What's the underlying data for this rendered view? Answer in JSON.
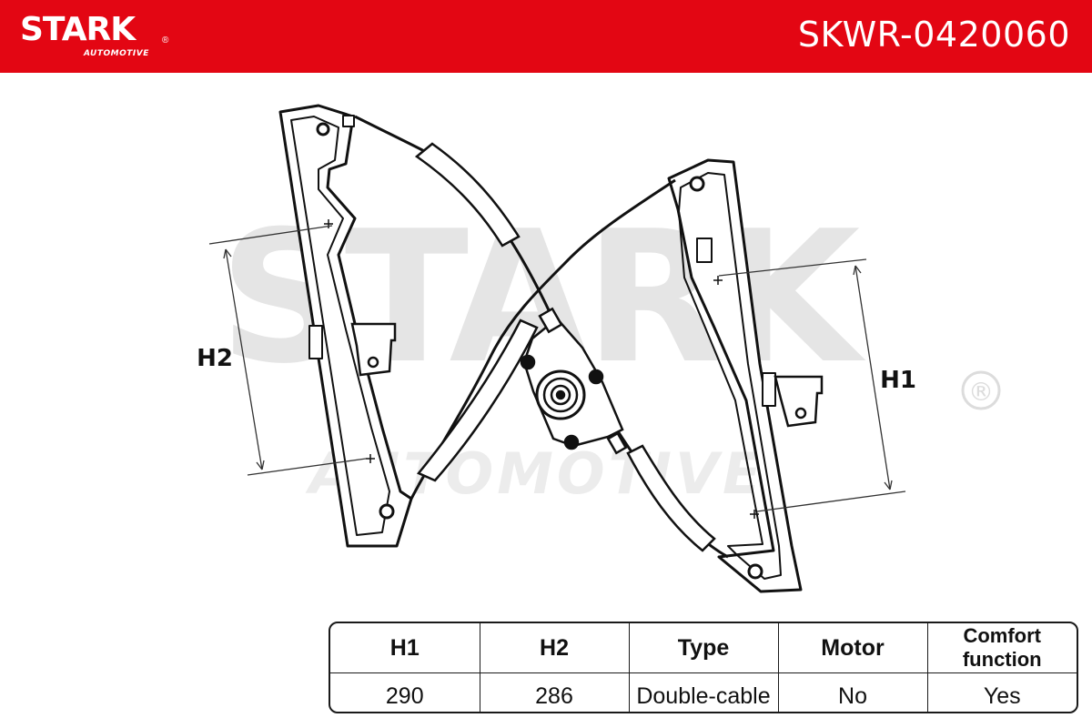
{
  "header": {
    "logo_text": "STARK",
    "logo_registered": "®",
    "logo_subtext": "AUTOMOTIVE",
    "part_number": "SKWR-0420060",
    "background_color": "#e30613"
  },
  "drawing": {
    "watermark_main": "STARK",
    "watermark_sub": "AUTOMOTIVE",
    "watermark_registered": "®",
    "dimension_h1": "H1",
    "dimension_h2": "H2"
  },
  "specs": {
    "headers": [
      "H1",
      "H2",
      "Type",
      "Motor",
      "Comfort function"
    ],
    "values": [
      "290",
      "286",
      "Double-cable",
      "No",
      "Yes"
    ]
  }
}
